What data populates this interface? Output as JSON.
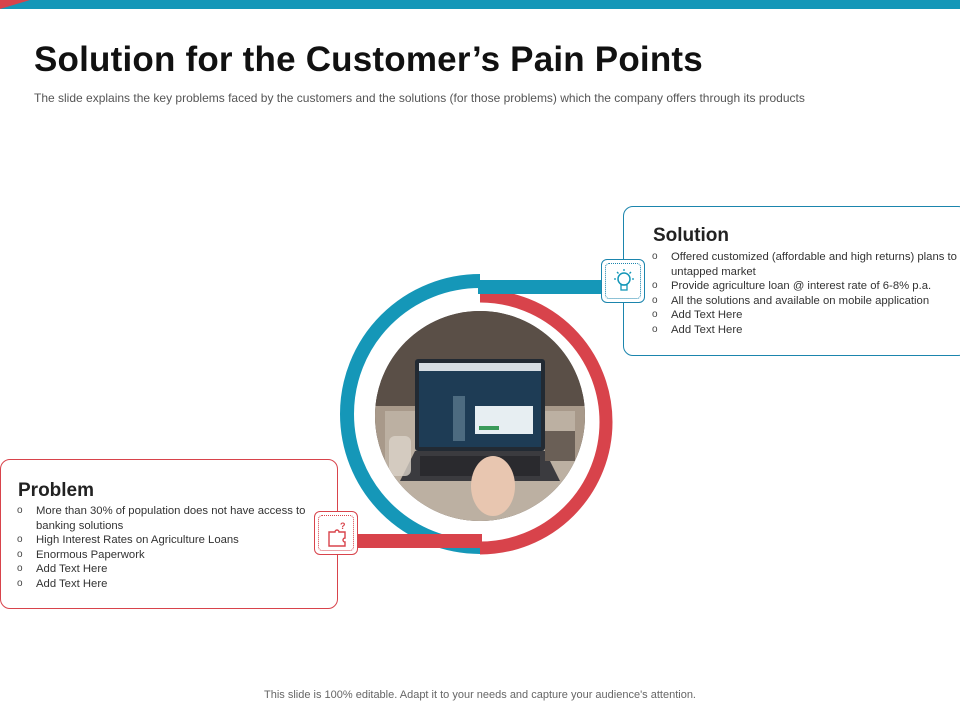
{
  "slide": {
    "title": "Solution for the Customer’s Pain Points",
    "subtitle": "The slide explains the key problems faced by the customers and the solutions (for those problems) which the company offers through its products",
    "footer": "This slide is 100% editable. Adapt it to your needs and capture your audience's attention."
  },
  "solution": {
    "title": "Solution",
    "items": [
      "Offered customized (affordable and high returns) plans to untapped market",
      "Provide agriculture loan @ interest rate of 6-8% p.a.",
      "All the solutions and available on mobile application",
      "Add Text Here",
      "Add Text Here"
    ],
    "icon": "lightbulb-icon"
  },
  "problem": {
    "title": "Problem",
    "items": [
      "More than 30% of population does not have access to banking solutions",
      "High Interest Rates on Agriculture Loans",
      "Enormous Paperwork",
      "Add Text Here",
      "Add Text Here"
    ],
    "icon": "puzzle-question-icon"
  },
  "colors": {
    "accent_blue": "#1597b8",
    "accent_red": "#d8434b"
  }
}
